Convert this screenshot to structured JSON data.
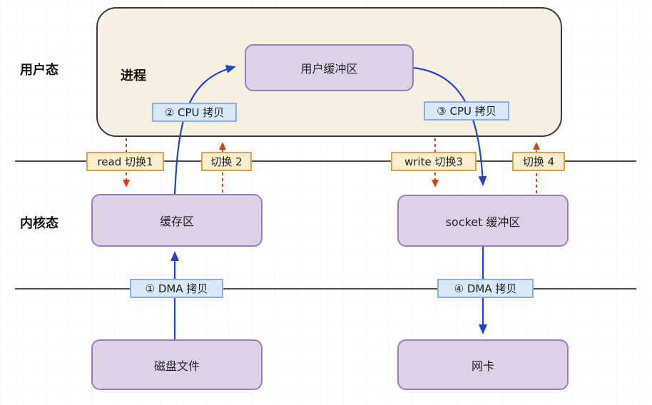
{
  "layers": {
    "user_mode_label": "用户态",
    "kernel_mode_label": "内核态"
  },
  "process": {
    "label": "进程"
  },
  "nodes": {
    "user_buffer": {
      "label": "用户缓冲区"
    },
    "kernel_buffer": {
      "label": "缓存区"
    },
    "socket_buffer": {
      "label": "socket 缓冲区"
    },
    "disk_file": {
      "label": "磁盘文件"
    },
    "nic": {
      "label": "网卡"
    }
  },
  "copies": {
    "dma_copy_1": {
      "label": "① DMA 拷贝",
      "type": "DMA",
      "from": "磁盘文件",
      "to": "缓存区"
    },
    "cpu_copy_2": {
      "label": "② CPU 拷贝",
      "type": "CPU",
      "from": "缓存区",
      "to": "用户缓冲区"
    },
    "cpu_copy_3": {
      "label": "③ CPU 拷贝",
      "type": "CPU",
      "from": "用户缓冲区",
      "to": "socket 缓冲区"
    },
    "dma_copy_4": {
      "label": "④ DMA 拷贝",
      "type": "DMA",
      "from": "socket 缓冲区",
      "to": "网卡"
    }
  },
  "switches": {
    "switch_1": {
      "label": "read 切换1",
      "direction": "user-to-kernel"
    },
    "switch_2": {
      "label": "切换 2",
      "direction": "kernel-to-user"
    },
    "switch_3": {
      "label": "write 切换3",
      "direction": "user-to-kernel"
    },
    "switch_4": {
      "label": "切换 4",
      "direction": "kernel-to-user"
    }
  },
  "colors": {
    "process_fill": "#f5f0e2",
    "process_border": "#3c3c3c",
    "node_fill": "#ddd1e8",
    "node_border": "#9d7cba",
    "copy_chip_fill": "#d9e8f8",
    "copy_chip_border": "#8badde",
    "switch_chip_fill": "#fdeed2",
    "switch_chip_border": "#daa33f",
    "data_arrow": "#2343cd",
    "switch_arrow": "#cf4317",
    "boundary_line": "#4a4a4a"
  }
}
